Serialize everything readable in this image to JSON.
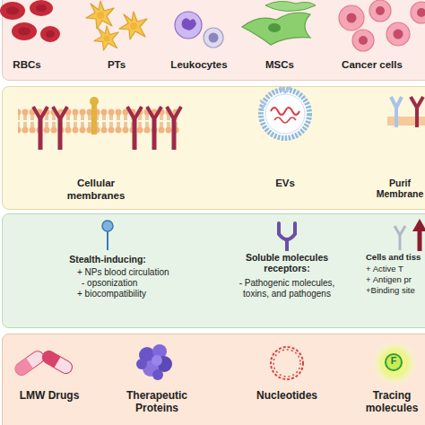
{
  "diagram": {
    "nodes": [
      {
        "text": [
          "RBCs",
          "PTs",
          "Leukocytes",
          "MSCs",
          "Cancer cells"
        ]
      },
      {
        "text": [
          "Cellular membranes",
          "EVs",
          "Purif Membrane"
        ]
      },
      {
        "text": [
          "Stealth-inducing:",
          "+ NPs blood circulation",
          "- opsonization",
          "+ biocompatibility",
          "Soluble molecules receptors:",
          "- Pathogenic molecules, toxins, and pathogens",
          "Cells and tiss",
          "+ Active T",
          "+ Antigen pr",
          "+Binding site"
        ]
      },
      {
        "text": [
          "LMW Drugs",
          "Therapeutic Proteins",
          "Nucleotides",
          "Tracing molecules"
        ]
      },
      {
        "text": [
          "F"
        ],
        "in": 3
      }
    ]
  }
}
